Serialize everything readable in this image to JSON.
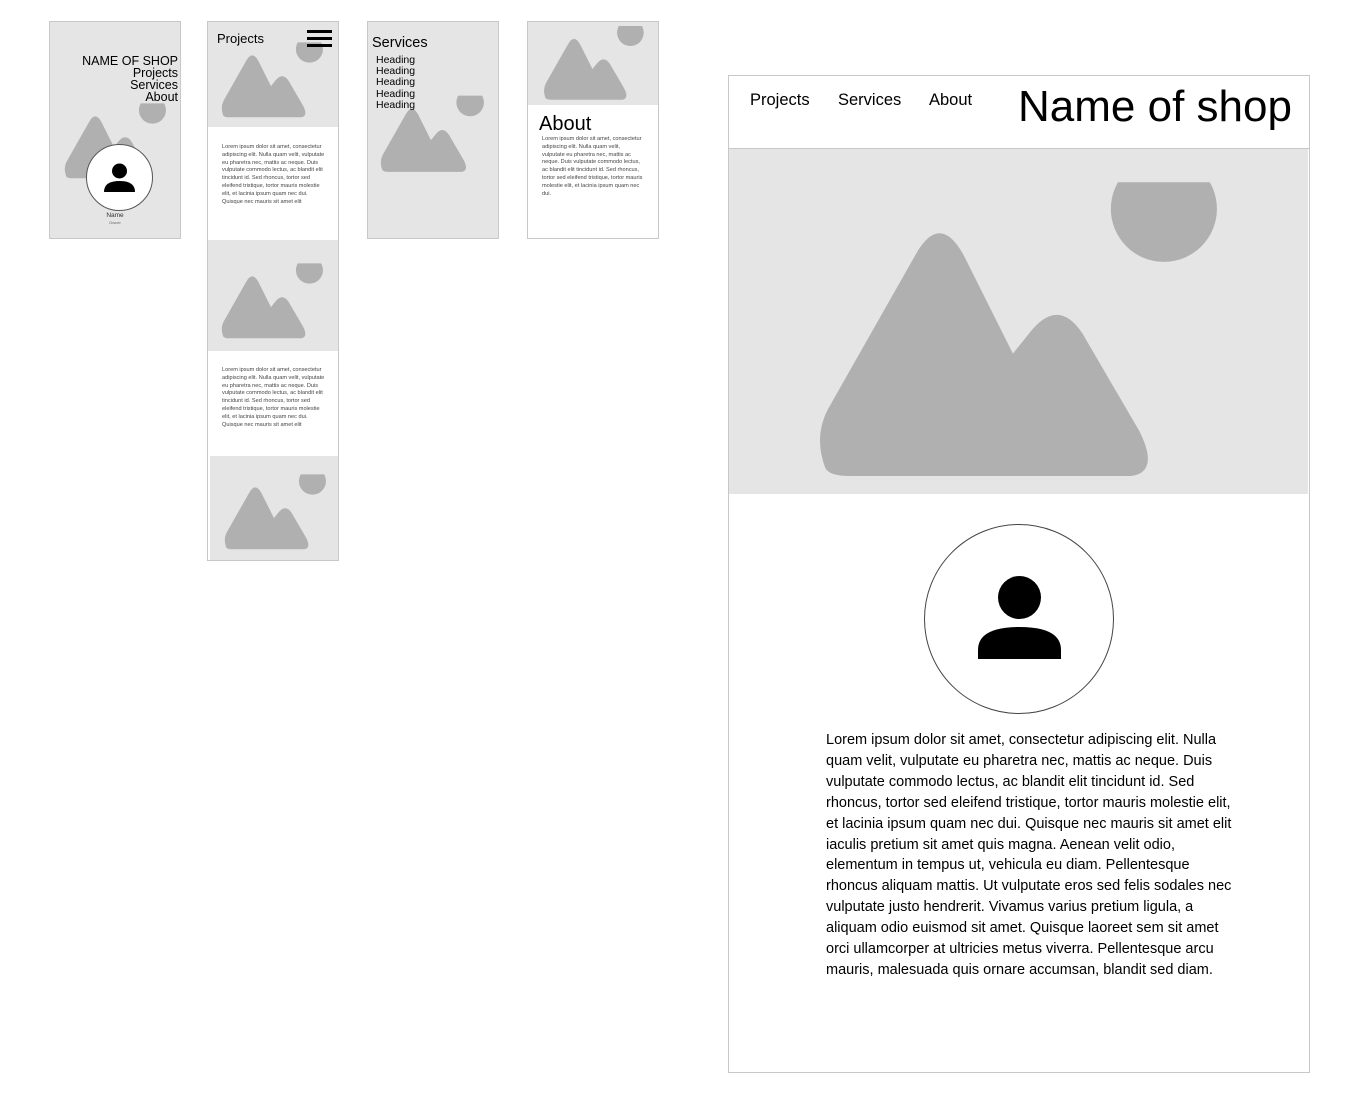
{
  "mobile_home": {
    "shop_name": "NAME OF SHOP",
    "nav": [
      "Projects",
      "Services",
      "About"
    ],
    "profile_name": "Name",
    "profile_role": "Owner",
    "icons": [
      "image-placeholder-icon",
      "user-icon"
    ]
  },
  "mobile_projects": {
    "title": "Projects",
    "menu_icon": "hamburger-icon",
    "lorem_1": "Lorem ipsum dolor sit amet, consectetur adipiscing elit. Nulla quam velit, vulputate eu pharetra nec, mattis ac neque. Duis vulputate commodo lectus, ac blandit elit tincidunt id. Sed rhoncus, tortor sed eleifend tristique, tortor mauris molestie elit, et lacinia ipsum quam nec dui. Quisque nec mauris sit amet elit",
    "lorem_2": "Lorem ipsum dolor sit amet, consectetur adipiscing elit. Nulla quam velit, vulputate eu pharetra nec, mattis ac neque. Duis vulputate commodo lectus, ac blandit elit tincidunt id. Sed rhoncus, tortor sed eleifend tristique, tortor mauris molestie elit, et lacinia ipsum quam nec dui. Quisque nec mauris sit amet elit"
  },
  "mobile_services": {
    "title": "Services",
    "headings": [
      "Heading",
      "Heading",
      "Heading",
      "Heading",
      "Heading"
    ]
  },
  "mobile_about": {
    "title": "About",
    "lorem": "Lorem ipsum dolor sit amet, consectetur adipiscing elit. Nulla quam velit, vulputate eu pharetra nec, mattis ac neque. Duis vulputate commodo lectus, ac blandit elit tincidunt id. Sed rhoncus, tortor sed eleifend tristique, tortor mauris molestie elit, et lacinia ipsum quam nec dui."
  },
  "desktop": {
    "nav": [
      "Projects",
      "Services",
      "About"
    ],
    "shop_name": "Name of shop",
    "body_text": "Lorem ipsum dolor sit amet, consectetur adipiscing elit. Nulla quam velit, vulputate eu pharetra nec, mattis ac neque. Duis vulputate commodo lectus, ac blandit elit tincidunt id. Sed rhoncus, tortor sed eleifend tristique, tortor mauris molestie elit, et lacinia ipsum quam nec dui. Quisque nec mauris sit amet elit iaculis pretium sit amet quis magna. Aenean velit odio, elementum in tempus ut, vehicula eu diam. Pellentesque rhoncus aliquam mattis. Ut vulputate eros sed felis sodales nec vulputate justo hendrerit. Vivamus varius pretium ligula, a aliquam odio euismod sit amet. Quisque laoreet sem sit amet orci ullamcorper at ultricies metus viverra. Pellentesque arcu mauris, malesuada quis ornare accumsan, blandit sed diam."
  },
  "colors": {
    "placeholder_bg": "#e5e5e5",
    "placeholder_shape": "#b0b0b0",
    "frame_border": "#c8c8c8",
    "text": "#000000"
  }
}
